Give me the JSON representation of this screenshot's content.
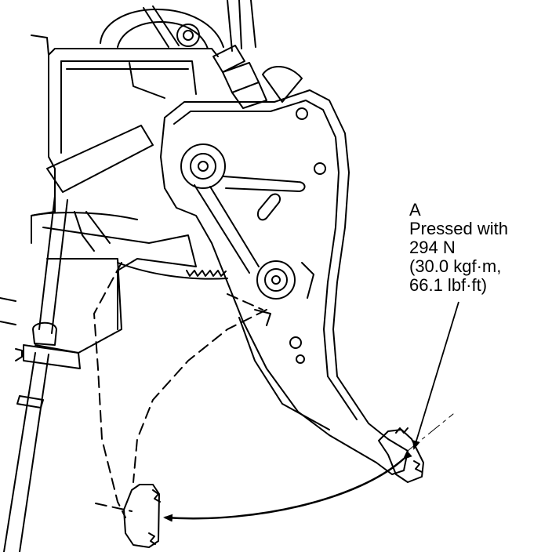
{
  "callout": {
    "letter": "A",
    "line1": "Pressed with",
    "line2": "294 N",
    "line3": "(30.0 kgf·m,",
    "line4": "66.1 lbf·ft)"
  },
  "colors": {
    "ink": "#000000",
    "paper": "#ffffff"
  }
}
